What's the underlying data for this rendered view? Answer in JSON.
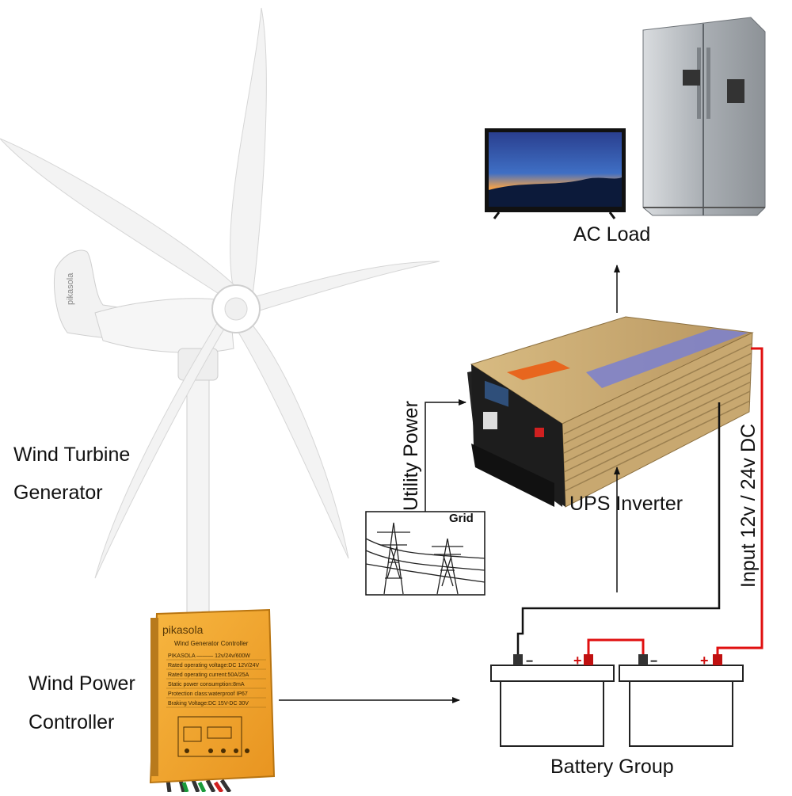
{
  "labels": {
    "ac_load": "AC Load",
    "wind_turbine_line1": "Wind Turbine",
    "wind_turbine_line2": "Generator",
    "utility_power": "Utility Power",
    "grid": "Grid",
    "ups_inverter": "UPS Inverter",
    "input_dc": "Input 12v / 24v DC",
    "wind_controller_line1": "Wind Power",
    "wind_controller_line2": "Controller",
    "battery_group": "Battery Group"
  },
  "turbine": {
    "brand": "pikasola"
  },
  "controller": {
    "brand": "pikasola",
    "title": "Wind Generator Controller",
    "spec_lines": [
      "PIKASOLA ——— 12v/24v/600W",
      "Rated operating voltage:DC 12V/24V",
      "Rated operating current:50A/25A",
      "Static power consumption:8mA",
      "Protection class:waterproof IP67",
      "Braking Voltage:DC 15V-DC 30V"
    ]
  },
  "batteries": {
    "terminal_plus": "+",
    "terminal_minus": "−"
  },
  "colors": {
    "positive_wire": "#e01010",
    "negative_wire": "#111111",
    "controller_body": "#f0a830",
    "inverter_body": "#c9a86a"
  }
}
